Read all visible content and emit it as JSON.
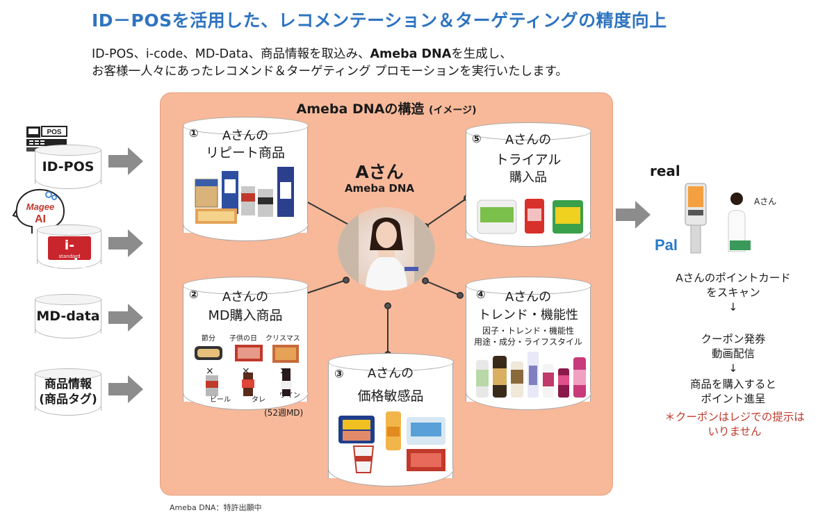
{
  "title": "ID－POSを活用した、レコメンテーション＆ターゲティングの精度向上",
  "intro": {
    "line1_pre": "ID-POS、i-code、MD-Data、商品情報を取込み、",
    "line1_bold": "Ameba DNA",
    "line1_post": "を生成し、",
    "line2": "お客様一人々にあったレコメンド＆ターゲティング プロモーションを実行いたします。"
  },
  "inputs": {
    "pos_icon_label": "POS",
    "idpos": "ID-POS",
    "ai_brand": "Magee",
    "ai_label": "AI",
    "icode": "i-code",
    "icode_sub": "standard",
    "mddata": "MD-data",
    "product_info_line1": "商品情報",
    "product_info_line2": "(商品タグ)"
  },
  "panel": {
    "title": "Ameba DNAの構造",
    "title_small": "(イメージ)",
    "center_name": "Aさん",
    "center_sub": "Ameba DNA"
  },
  "cylinders": {
    "c1": {
      "num": "①",
      "line1": "Aさんの",
      "line2": "リピート商品"
    },
    "c2": {
      "num": "②",
      "line1": "Aさんの",
      "line2": "MD購入商品",
      "cat1": "節分",
      "cat2": "子供の日",
      "cat3": "クリスマス",
      "x": "×",
      "item1": "ビール",
      "item2": "タレ",
      "item3": "ワイン",
      "note": "(52週MD)"
    },
    "c3": {
      "num": "③",
      "line1": "Aさんの",
      "line2": "価格敏感品"
    },
    "c4": {
      "num": "④",
      "line1": "Aさんの",
      "line2": "トレンド・機能性",
      "sub1": "因子・トレンド・機能性",
      "sub2": "用途・成分・ライフスタイル"
    },
    "c5": {
      "num": "⑤",
      "line1": "Aさんの",
      "line2": "トライアル",
      "line3": "購入品"
    }
  },
  "footnote": "Ameba DNA：特許出願中",
  "right": {
    "real": "real",
    "kiosk_person": "Aさん",
    "step1_line1": "Aさんのポイントカード",
    "step1_line2": "をスキャン",
    "down_arrow": "↓",
    "step2_line1": "クーポン発券",
    "step2_line2": "動画配信",
    "step3_line1": "商品を購入すると",
    "step3_line2": "ポイント進呈",
    "note_line1": "＊クーポンはレジでの提示は",
    "note_line2": "いりません"
  },
  "colors": {
    "title": "#2e74c0",
    "panel": "#f7b99a",
    "arrow": "#8c8c8c",
    "note": "#c0392b",
    "icode": "#c9252c"
  }
}
